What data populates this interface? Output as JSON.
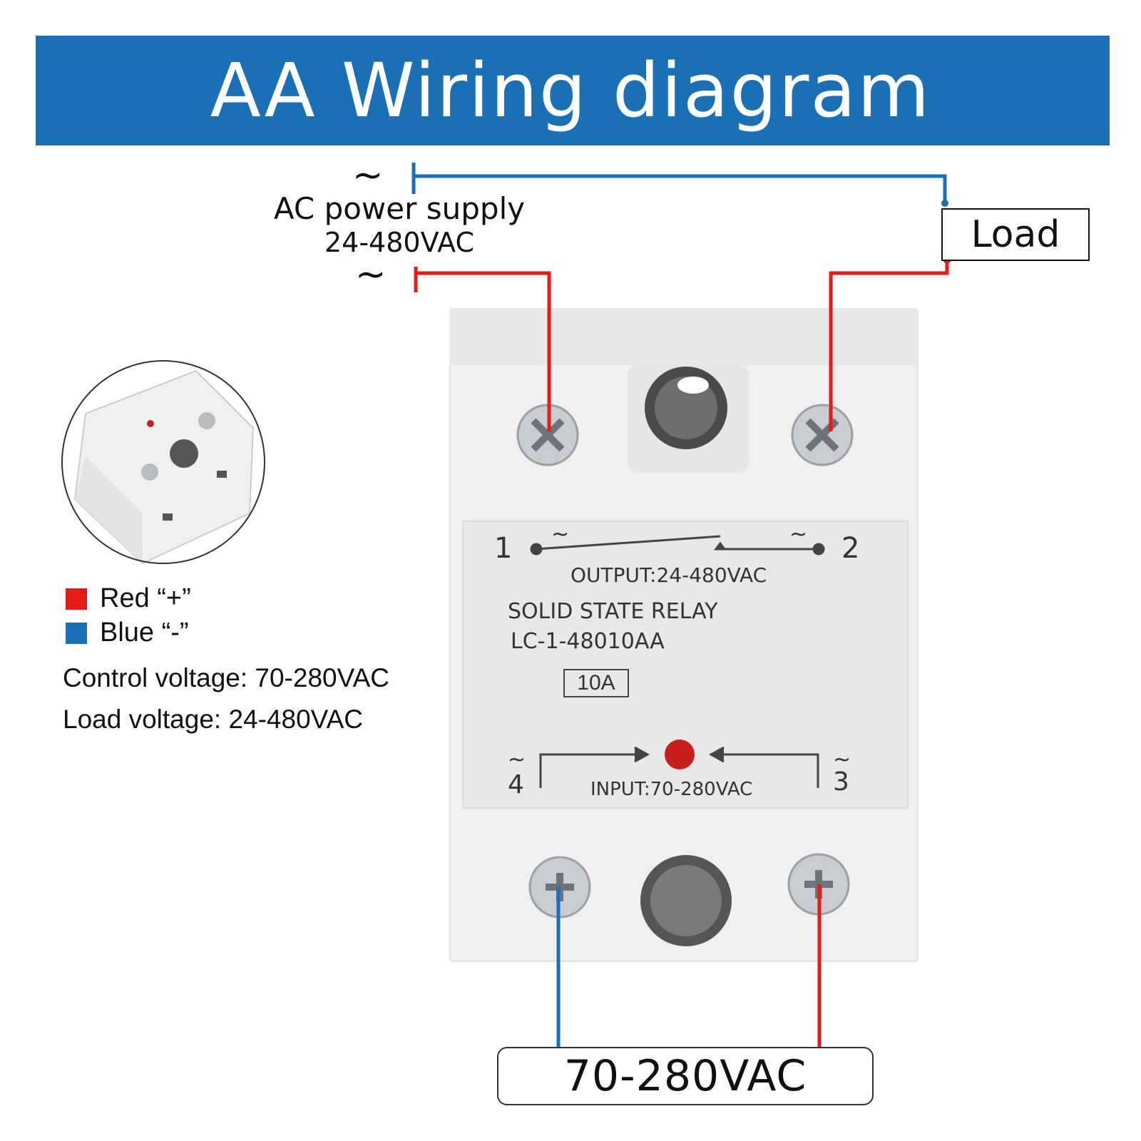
{
  "header": {
    "title": "AA Wiring diagram"
  },
  "ac_supply": {
    "title": "AC power supply",
    "voltage": "24-480VAC",
    "tilde_top": "~",
    "tilde_bottom": "~"
  },
  "load": {
    "label": "Load"
  },
  "legend": {
    "red": {
      "label": "Red “+”",
      "color": "#e41b17"
    },
    "blue": {
      "label": "Blue “-”",
      "color": "#1a6fb5"
    }
  },
  "specs": {
    "control": "Control voltage: 70-280VAC",
    "load": "Load voltage: 24-480VAC"
  },
  "relay": {
    "terminal_1": "1",
    "terminal_2": "2",
    "terminal_3": "3",
    "terminal_4": "4",
    "tilde": "~",
    "output": "OUTPUT:24-480VAC",
    "name": "SOLID STATE RELAY",
    "model": "LC-1-48010AA",
    "rating": "10A",
    "input": "INPUT:70-280VAC"
  },
  "control_input": {
    "label": "70-280VAC"
  },
  "colors": {
    "banner": "#1a6fb5",
    "wire_red": "#e41b17",
    "wire_blue": "#1a6fb5",
    "led": "#c81e1e"
  }
}
